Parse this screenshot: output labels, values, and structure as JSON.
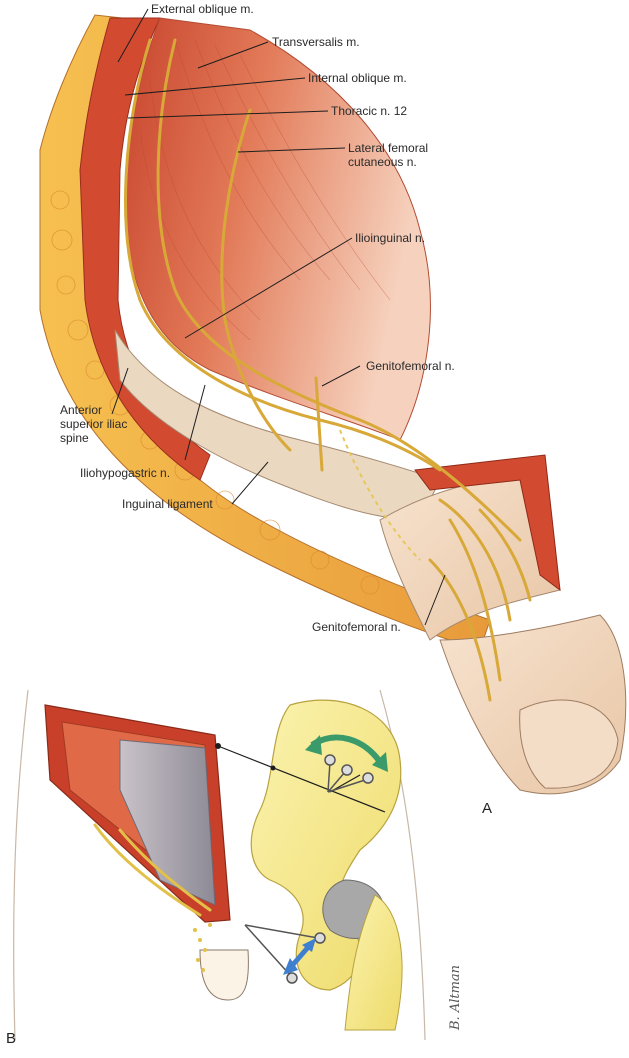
{
  "panel_a": {
    "letter": "A",
    "labels": {
      "external_oblique": "External oblique m.",
      "transversalis": "Transversalis m.",
      "internal_oblique": "Internal oblique m.",
      "thoracic_n12": "Thoracic n. 12",
      "lateral_femoral": "Lateral femoral cutaneous n.",
      "ilioinguinal": "Ilioinguinal n.",
      "genitofemoral_upper": "Genitofemoral n.",
      "asis": "Anterior superior iliac spine",
      "iliohypogastric": "Iliohypogastric n.",
      "inguinal_ligament": "Inguinal ligament",
      "genitofemoral_lower": "Genitofemoral n."
    }
  },
  "panel_b": {
    "letter": "B",
    "signature": "B. Altman"
  },
  "colors": {
    "muscle": "#d9553a",
    "muscle_light": "#f0a07a",
    "fat": "#f2b54a",
    "skin": "#f3dcc4",
    "nerve": "#e2b64a",
    "bone": "#f6e98a",
    "green_arrow": "#3a9a6a",
    "blue_arrow": "#3f7fd0"
  }
}
